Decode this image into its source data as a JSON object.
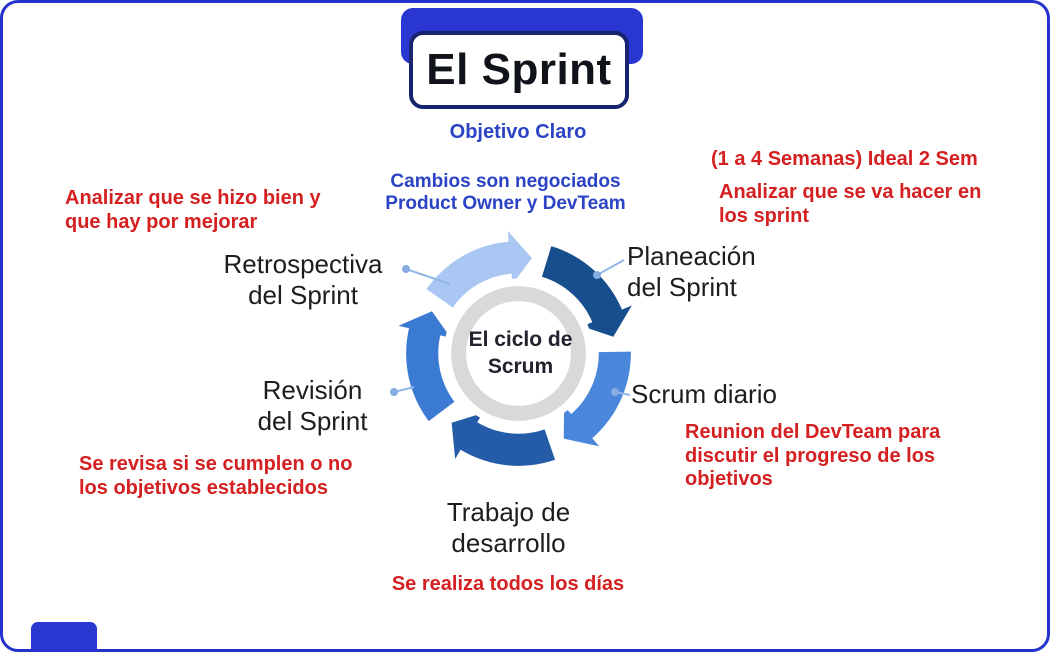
{
  "title": "El Sprint",
  "notes": {
    "objetivo_claro": "Objetivo Claro",
    "cambios_negociados": "Cambios son negociados\nProduct Owner y DevTeam",
    "semanas": "(1 a 4 Semanas) Ideal 2 Sem",
    "analizar_hacer": "Analizar que se va hacer en\nlos sprint",
    "analizar_mejorar": "Analizar que se hizo bien y\nque hay por mejorar",
    "revisa_objetivos": "Se revisa si se cumplen o no\nlos objetivos establecidos",
    "reunion_devteam": "Reunion del DevTeam para\ndiscutir el progreso de los\nobjetivos",
    "realiza_dias": "Se realiza todos los días"
  },
  "cycle": {
    "center_label": "El ciclo de\nScrum",
    "stages": [
      {
        "label": "Retrospectiva\ndel Sprint"
      },
      {
        "label": "Planeación\ndel Sprint"
      },
      {
        "label": "Scrum diario"
      },
      {
        "label": "Trabajo de\ndesarrollo"
      },
      {
        "label": "Revisión\ndel Sprint"
      }
    ]
  },
  "colors": {
    "frame_blue": "#2533cd",
    "title_border_navy": "#17246e",
    "blue_text": "#2b43c4",
    "red_text": "#d42020",
    "ring_light_blue": "#a9c7f2",
    "ring_dark_navy": "#174f8e",
    "ring_medium_blue": "#4a86da",
    "ring_deep_blue": "#245ca8",
    "ring_left_blue": "#3a7ad2",
    "center_ring_gray": "#d9d9d9"
  }
}
